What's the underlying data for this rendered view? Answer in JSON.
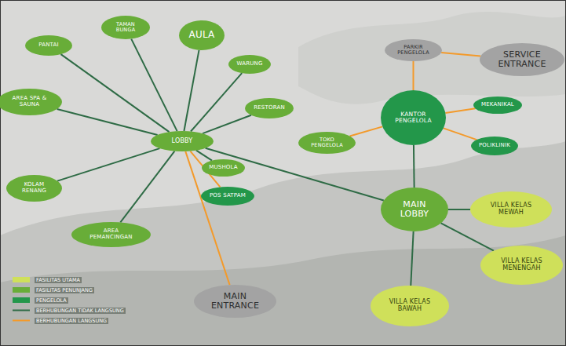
{
  "diagram": {
    "nodes": [
      {
        "text": [
          "LOBBY"
        ]
      },
      {
        "text": [
          "PANTAI"
        ]
      },
      {
        "text": [
          "TAMAN BUNGA"
        ]
      },
      {
        "text": [
          "AULA"
        ]
      },
      {
        "text": [
          "WARUNG"
        ]
      },
      {
        "text": [
          "AREA SPA & SAUNA"
        ]
      },
      {
        "text": [
          "RESTORAN"
        ]
      },
      {
        "text": [
          "MUSHOLA"
        ]
      },
      {
        "text": [
          "KOLAM RENANG"
        ]
      },
      {
        "text": [
          "POS SATPAM"
        ]
      },
      {
        "text": [
          "AREA PEMANCINGAN"
        ]
      },
      {
        "text": [
          "MAIN ENTRANCE"
        ]
      },
      {
        "text": [
          "PARKIR PENGELOLA"
        ]
      },
      {
        "text": [
          "SERVICE ENTRANCE"
        ]
      },
      {
        "text": [
          "KANTOR PENGELOLA"
        ]
      },
      {
        "text": [
          "MEKANIKAL"
        ]
      },
      {
        "text": [
          "TOKO PENGELOLA"
        ]
      },
      {
        "text": [
          "POLIKLINIK"
        ]
      },
      {
        "text": [
          "MAIN LOBBY"
        ]
      },
      {
        "text": [
          "VILLA KELAS MEWAH"
        ]
      },
      {
        "text": [
          "VILLA KELAS MENENGAH"
        ]
      },
      {
        "text": [
          "VILLA KELAS BAWAH"
        ]
      }
    ],
    "edges": [
      {
        "from": 0,
        "to": 1,
        "arrow": "none"
      },
      {
        "from": 0,
        "to": 2,
        "arrow": "none"
      },
      {
        "from": 0,
        "to": 3,
        "arrow": "none"
      },
      {
        "from": 0,
        "to": 4,
        "arrow": "none"
      },
      {
        "from": 0,
        "to": 5,
        "arrow": "none"
      },
      {
        "from": 0,
        "to": 6,
        "arrow": "none"
      },
      {
        "from": 0,
        "to": 7,
        "arrow": "none"
      },
      {
        "from": 0,
        "to": 8,
        "arrow": "none"
      },
      {
        "from": 0,
        "to": 10,
        "arrow": "none"
      },
      {
        "from": 0,
        "to": 9,
        "arrow": "none"
      },
      {
        "from": 0,
        "to": 11,
        "arrow": "none"
      },
      {
        "from": 0,
        "to": 18,
        "arrow": "none"
      },
      {
        "from": 12,
        "to": 13,
        "arrow": "none"
      },
      {
        "from": 12,
        "to": 14,
        "arrow": "none"
      },
      {
        "from": 14,
        "to": 15,
        "arrow": "none"
      },
      {
        "from": 14,
        "to": 16,
        "arrow": "none"
      },
      {
        "from": 14,
        "to": 17,
        "arrow": "none"
      },
      {
        "from": 14,
        "to": 18,
        "arrow": "none"
      },
      {
        "from": 18,
        "to": 19,
        "arrow": "none"
      },
      {
        "from": 18,
        "to": 20,
        "arrow": "none"
      },
      {
        "from": 18,
        "to": 21,
        "arrow": "none"
      }
    ],
    "legend": [
      {
        "text": "FASILITAS UTAMA",
        "color": "#cfe05a"
      },
      {
        "text": "FASILITAS PENUNJANG",
        "color": "#68ad38"
      },
      {
        "text": "PENGELOLA",
        "color": "#23974a"
      },
      {
        "text": "BERHUBUNGAN TIDAK LANGSUNG"
      },
      {
        "text": "BERHUBUNGAN LANGSUNG"
      }
    ]
  }
}
